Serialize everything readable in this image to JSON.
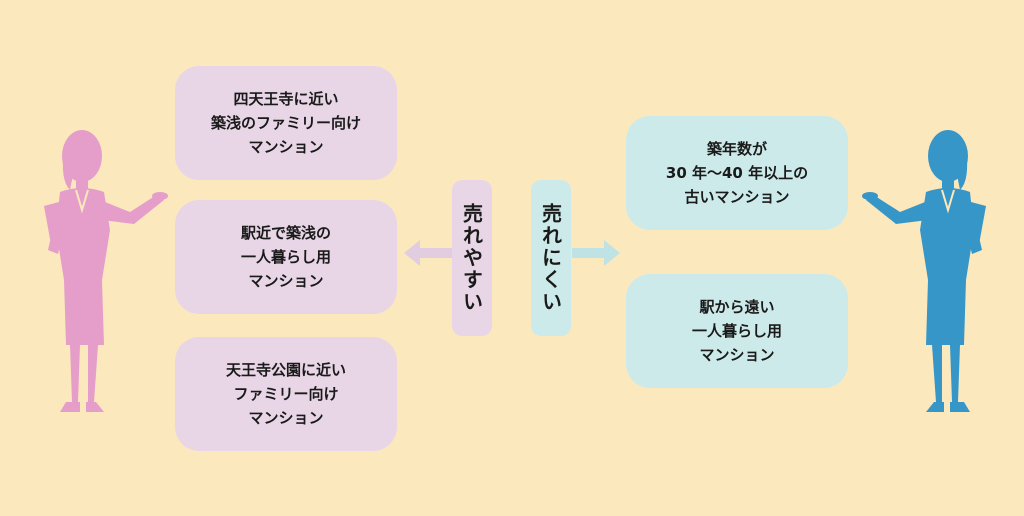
{
  "colors": {
    "background": "#fce8bd",
    "pink_box": "#e8d6e6",
    "blue_box": "#cdeaea",
    "pink_figure": "#e59ec9",
    "blue_figure": "#3796c8",
    "pink_arrow": "#e2cde0",
    "blue_arrow": "#bfe3e4"
  },
  "center": {
    "easy_label": "売れやすい",
    "hard_label": "売れにくい"
  },
  "left_boxes": [
    {
      "lines": [
        "四天王寺に近い",
        "築浅のファミリー向け",
        "マンション"
      ]
    },
    {
      "lines": [
        "駅近で築浅の",
        "一人暮らし用",
        "マンション"
      ]
    },
    {
      "lines": [
        "天王寺公園に近い",
        "ファミリー向け",
        "マンション"
      ]
    }
  ],
  "right_boxes": [
    {
      "lines": [
        "築年数が",
        "30 年〜40 年以上の",
        "古いマンション"
      ]
    },
    {
      "lines": [
        "駅から遠い",
        "一人暮らし用",
        "マンション"
      ]
    }
  ],
  "icons": {
    "left_figure": "businesswoman-silhouette-icon",
    "right_figure": "businesswoman-silhouette-icon",
    "left_arrow": "arrow-left-icon",
    "right_arrow": "arrow-right-icon"
  }
}
